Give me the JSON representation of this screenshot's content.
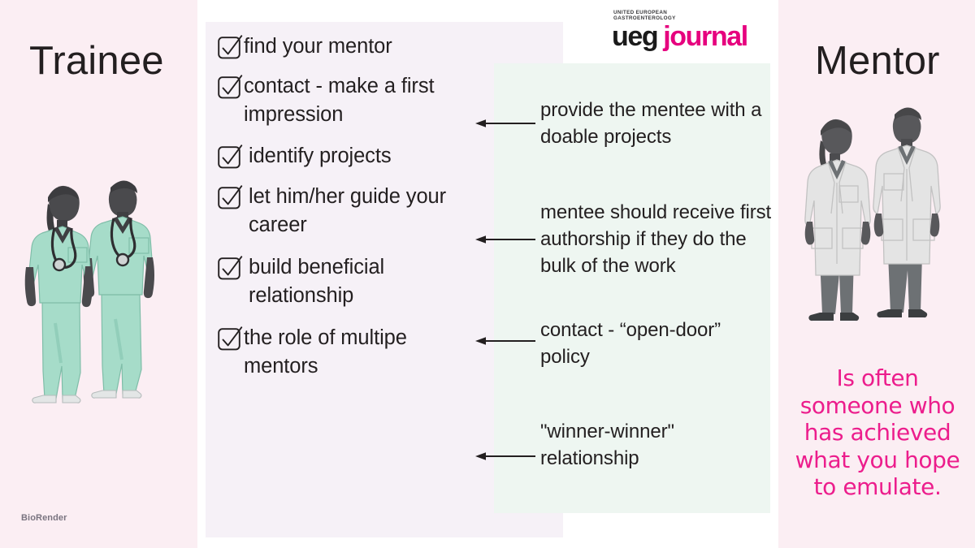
{
  "columns": {
    "left_title": "Trainee",
    "right_title": "Mentor"
  },
  "logo": {
    "org_line1": "UNITED EUROPEAN",
    "org_line2": "GASTROENTEROLOGY",
    "brand": "ueg",
    "product": "journal",
    "brand_color": "#1b1b1b",
    "product_color": "#e6007e"
  },
  "checklist": {
    "items": [
      {
        "label": "find your mentor",
        "checked": true
      },
      {
        "label": "contact - make a first impression",
        "checked": true
      },
      {
        "label": "identify projects",
        "checked": true
      },
      {
        "label": "let him/her guide your career",
        "checked": true
      },
      {
        "label": "build beneficial relationship",
        "checked": true
      },
      {
        "label": "the role of multipe mentors",
        "checked": true
      }
    ]
  },
  "mentor_notes": [
    {
      "text": "provide the mentee with a doable projects",
      "links_to_item": 1
    },
    {
      "text": "mentee should receive first authorship if they do the bulk of the work",
      "links_to_item": 2
    },
    {
      "text": "contact - “open-door” policy",
      "links_to_item": 3
    },
    {
      "text": "\"winner-winner\" relationship",
      "links_to_item": 5
    }
  ],
  "mentor_caption": "Is often someone who has achieved what you hope to emulate.",
  "watermark": "BioRender",
  "palette": {
    "left_panel": "#fbeef3",
    "right_panel": "#fbeef3",
    "center_panel": "#f6f1f7",
    "mint_panel": "#eef6f1",
    "text": "#231f20",
    "accent_pink": "#ec1d8c",
    "scrubs_green": "#9ed6c3",
    "labcoat_white": "#e8e8e8"
  },
  "illustrations": {
    "left": "two-trainees-in-scrubs-with-stethoscopes",
    "right": "two-mentors-in-lab-coats"
  }
}
